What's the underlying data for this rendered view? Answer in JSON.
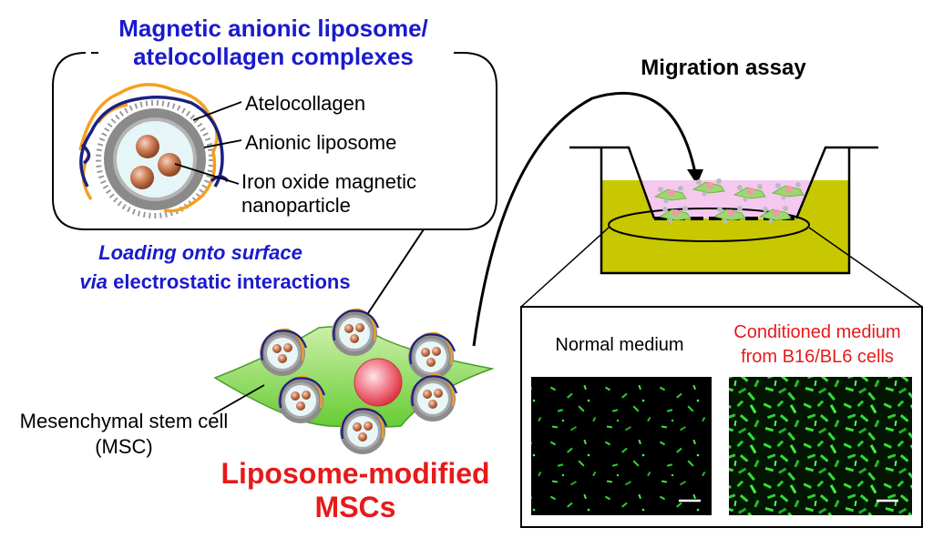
{
  "complex": {
    "title_line1": "Magnetic anionic liposome/",
    "title_line2": "atelocollagen complexes",
    "label_atelocollagen": "Atelocollagen",
    "label_liposome": "Anionic liposome",
    "label_nanoparticle_line1": "Iron oxide magnetic",
    "label_nanoparticle_line2": "nanoparticle"
  },
  "loading": {
    "line1": "Loading onto surface",
    "line2_italic": "via",
    "line2_rest": " electrostatic interactions"
  },
  "msc": {
    "label_line1": "Mesenchymal stem cell",
    "label_line2": "(MSC)",
    "result_line1": "Liposome-modified",
    "result_line2": "MSCs"
  },
  "assay": {
    "title": "Migration assay",
    "normal_label": "Normal medium",
    "conditioned_line1": "Conditioned medium",
    "conditioned_line2": "from B16/BL6 cells"
  },
  "colors": {
    "title_blue": "#1a1acc",
    "accent_red": "#e61a1a",
    "medium_yellow": "#c8c800",
    "insert_pink": "#f5c8f0",
    "cell_green": "#66cc33",
    "fluor_green": "#33dd33",
    "collagen_orange": "#f5a020",
    "collagen_navy": "#1a2080"
  }
}
